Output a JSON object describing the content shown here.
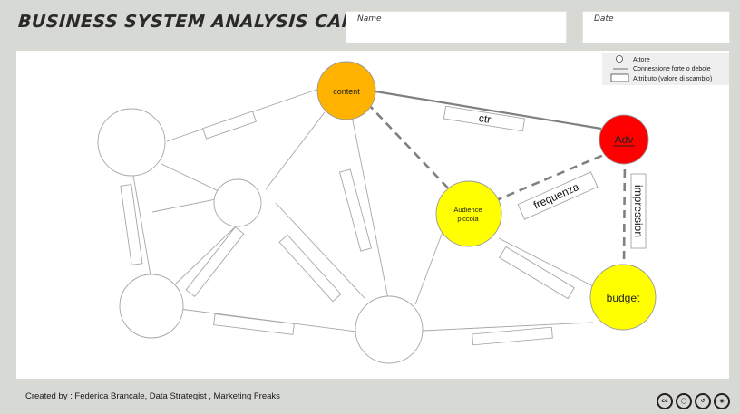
{
  "header": {
    "title": "BUSINESS SYSTEM ANALYSIS CANVAS",
    "name_label": "Name",
    "date_label": "Date"
  },
  "legend": {
    "actor": "Attore",
    "connection": "Connessione forte o debole",
    "attribute": "Attributo (valore di scambio)"
  },
  "nodes": {
    "content": {
      "label": "content",
      "color": "#ffb300"
    },
    "adv": {
      "label": "Adv",
      "color": "#ff0000"
    },
    "audience_line1": "Audience",
    "audience_line2": "piccola",
    "audience_color": "#ffff00",
    "budget": {
      "label": "budget",
      "color": "#ffff00"
    }
  },
  "edges": {
    "ctr": "ctr",
    "frequenza": "frequenza",
    "impression": "impression"
  },
  "footer": {
    "credit": "Created by : Federica Brancale, Data Strategist , Marketing Freaks"
  },
  "license_icons": [
    "cc-icon",
    "by-icon",
    "sa-icon",
    "nc-icon"
  ]
}
